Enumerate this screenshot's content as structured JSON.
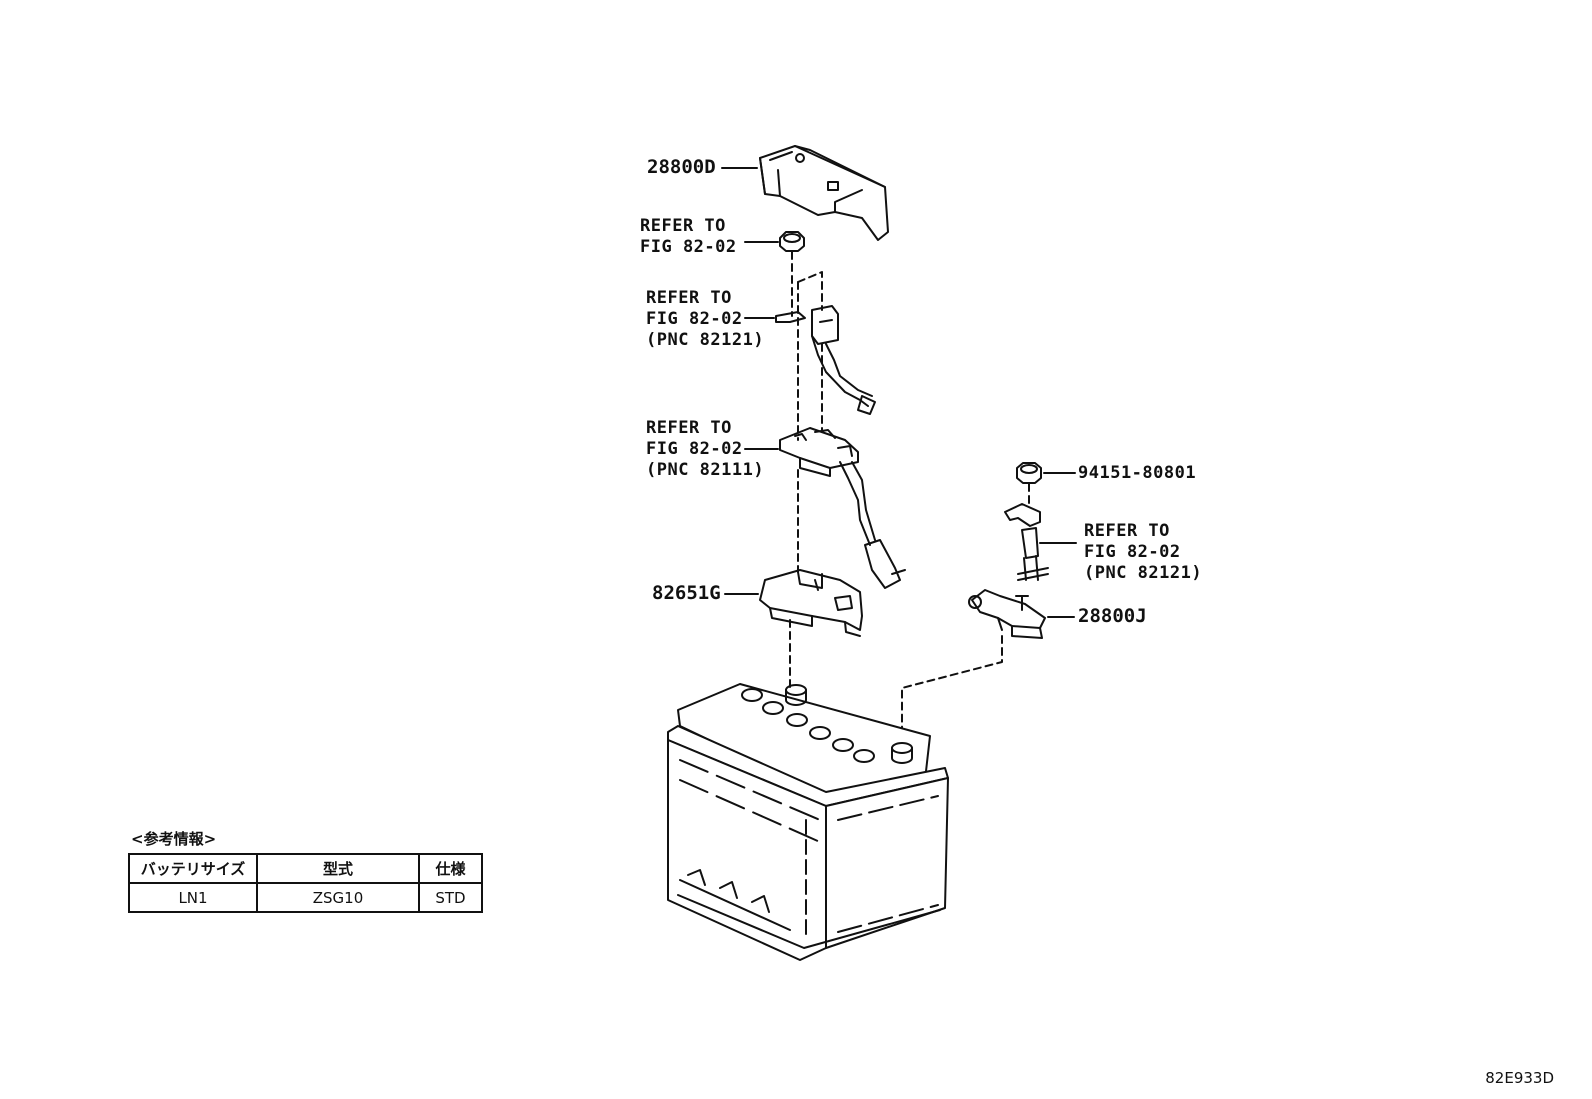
{
  "parts": {
    "cover": {
      "part_no": "28800D",
      "icon": "battery-terminal-cover"
    },
    "bracket": {
      "part_no": "82651G",
      "icon": "fuse-block-bracket"
    },
    "negative_terminal": {
      "part_no": "28800J",
      "icon": "negative-terminal-clamp"
    },
    "nut": {
      "part_no": "94151-80801",
      "icon": "hex-nut"
    }
  },
  "references": {
    "nut_top": {
      "line1": "REFER TO",
      "line2": "FIG 82-02",
      "line3": ""
    },
    "wire_upper": {
      "line1": "REFER TO",
      "line2": "FIG 82-02",
      "line3": "(PNC 82121)"
    },
    "fuse_block": {
      "line1": "REFER TO",
      "line2": "FIG 82-02",
      "line3": "(PNC 82111)"
    },
    "ground_cable": {
      "line1": "REFER TO",
      "line2": "FIG 82-02",
      "line3": "(PNC 82121)"
    }
  },
  "info_table": {
    "title": "<参考情報>",
    "headers": [
      "バッテリサイズ",
      "型式",
      "仕様"
    ],
    "rows": [
      [
        "LN1",
        "ZSG10",
        "STD"
      ]
    ]
  },
  "figure_id": "82E933D",
  "line_color": "#111111"
}
